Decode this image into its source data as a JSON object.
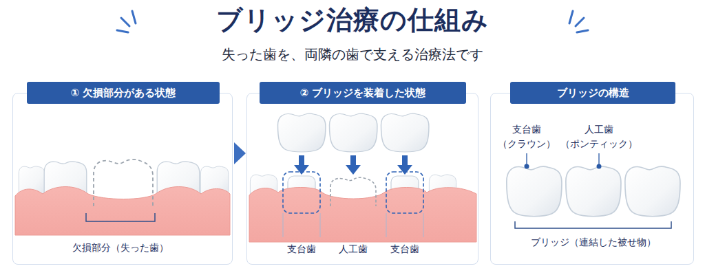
{
  "diagram": {
    "title": "ブリッジ治療の仕組み",
    "nodes": [
      {
        "text": [
          "① 欠損部分がある状態"
        ]
      },
      {
        "text": [
          "② ブリッジを装着した状態"
        ]
      },
      {
        "text": [
          "ブリッジの構造"
        ]
      }
    ],
    "edges": [
      {
        "from": 0,
        "to": 1,
        "arrow": "to"
      }
    ],
    "labels": [
      "失った歯を、両隣の歯で支える治療法です",
      "欠損部分（失った歯）",
      "支台歯",
      "人工歯",
      "支台歯",
      "支台歯 （クラウン）",
      "人工歯 （ポンティック）",
      "ブリッジ（連結した被せ物）"
    ]
  }
}
